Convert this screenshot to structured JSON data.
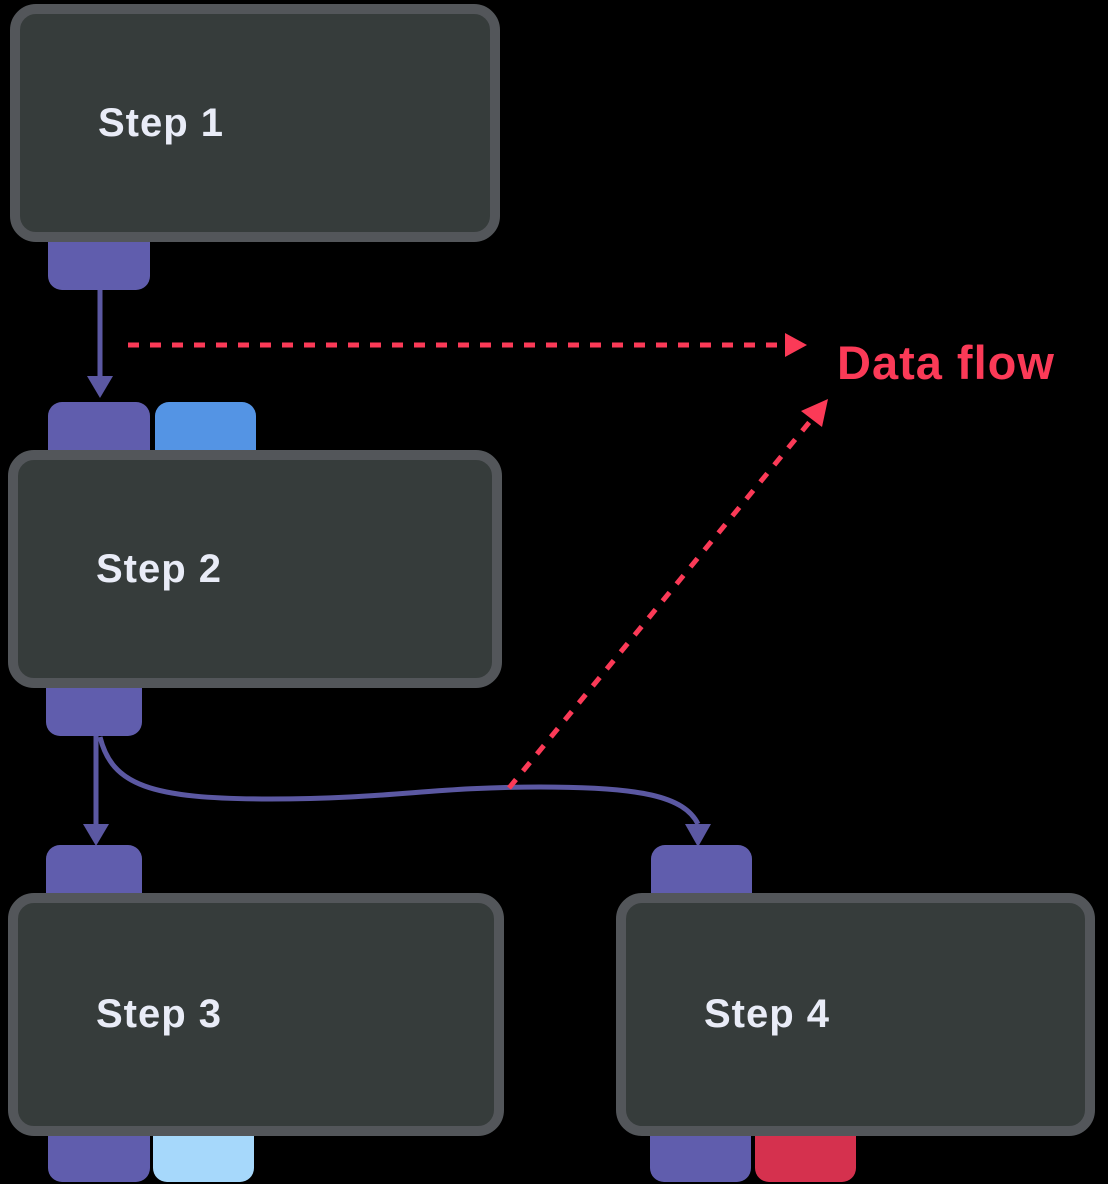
{
  "diagram": {
    "data_flow_label": "Data flow",
    "nodes": [
      {
        "id": "step1",
        "label": "Step 1"
      },
      {
        "id": "step2",
        "label": "Step 2"
      },
      {
        "id": "step3",
        "label": "Step 3"
      },
      {
        "id": "step4",
        "label": "Step 4"
      }
    ],
    "colors": {
      "background": "#000000",
      "node_fill": "#363c3b",
      "node_border": "#53565a",
      "node_text": "#e9ecf7",
      "anchor_purple": "#605dad",
      "anchor_blue": "#5494e4",
      "anchor_light_blue": "#a6d8fb",
      "anchor_red": "#d5314e",
      "edge": "#5b58a2",
      "data_flow": "#fb3a57"
    }
  }
}
